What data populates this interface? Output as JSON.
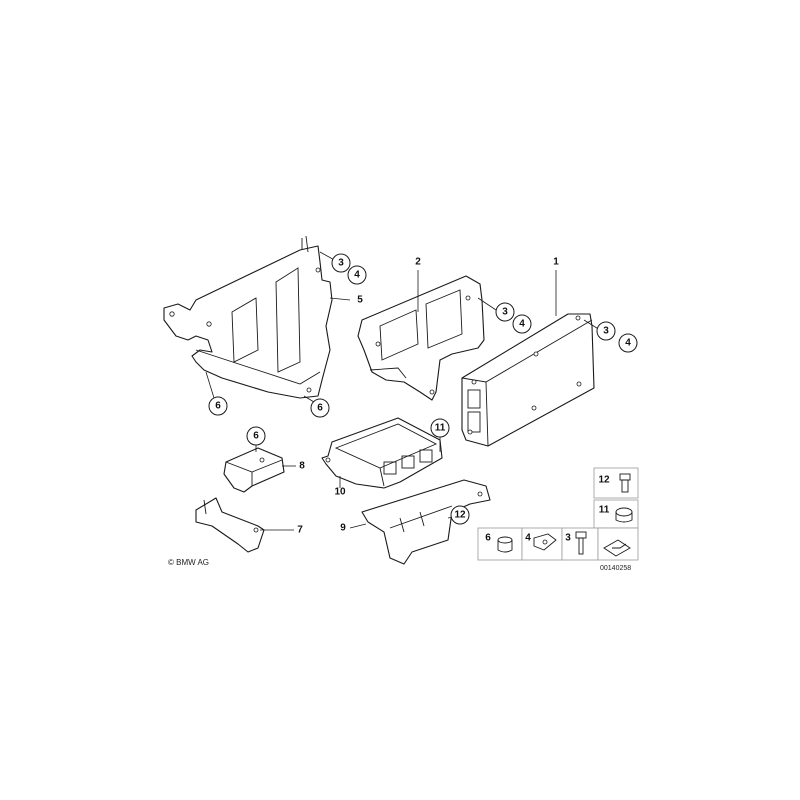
{
  "diagram": {
    "copyright": "© BMW AG",
    "drawing_number": "00140258",
    "callouts": {
      "c1": "1",
      "c2": "2",
      "c3a": "3",
      "c4a": "4",
      "c3b": "3",
      "c4b": "4",
      "c3c": "3",
      "c4c": "4",
      "c5": "5",
      "c6a": "6",
      "c6b": "6",
      "c6c": "6",
      "c7": "7",
      "c8": "8",
      "c9": "9",
      "c10": "10",
      "c11": "11",
      "c12": "12"
    },
    "legend": {
      "r12": "12",
      "r11": "11",
      "r6": "6",
      "r4": "4",
      "r3": "3"
    }
  }
}
